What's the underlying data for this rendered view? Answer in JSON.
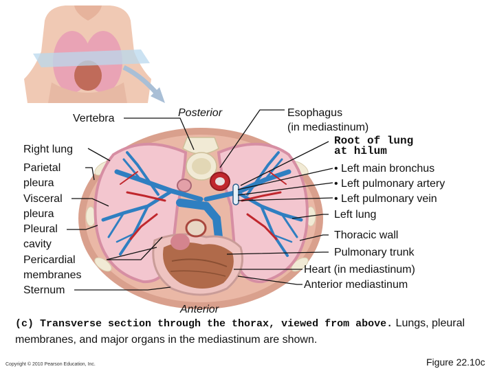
{
  "labels": {
    "vertebra": "Vertebra",
    "right_lung": "Right lung",
    "parietal_pleura": [
      "Parietal",
      "pleura"
    ],
    "visceral_pleura": [
      "Visceral",
      "pleura"
    ],
    "pleural_cavity": [
      "Pleural",
      "cavity"
    ],
    "pericardial_membranes": [
      "Pericardial",
      "membranes"
    ],
    "sternum": "Sternum",
    "posterior": "Posterior",
    "anterior": "Anterior",
    "esophagus": [
      "Esophagus",
      "(in mediastinum)"
    ],
    "root_of_lung": [
      "Root of lung",
      "at hilum"
    ],
    "left_main_bronchus": "• Left main bronchus",
    "left_pulmonary_artery": "• Left pulmonary artery",
    "left_pulmonary_vein": "• Left pulmonary vein",
    "left_lung": "Left lung",
    "thoracic_wall": "Thoracic wall",
    "pulmonary_trunk": "Pulmonary trunk",
    "heart": "Heart (in mediastinum)",
    "anterior_mediastinum": "Anterior mediastinum"
  },
  "caption": {
    "bold": "(c) Transverse section through the thorax, viewed from above.",
    "rest": " Lungs, pleural membranes, and major organs in the mediastinum are shown."
  },
  "footer": {
    "copyright": "Copyright © 2010 Pearson Education, Inc.",
    "figure": "Figure 22.10c"
  },
  "colors": {
    "pleura_pink": "#e8a6b8",
    "lung_pink": "#f3c6cf",
    "artery_blue": "#2f7fc1",
    "vessel_red": "#c0272d",
    "heart_brown": "#b06a4a",
    "bone": "#f1ead5"
  }
}
